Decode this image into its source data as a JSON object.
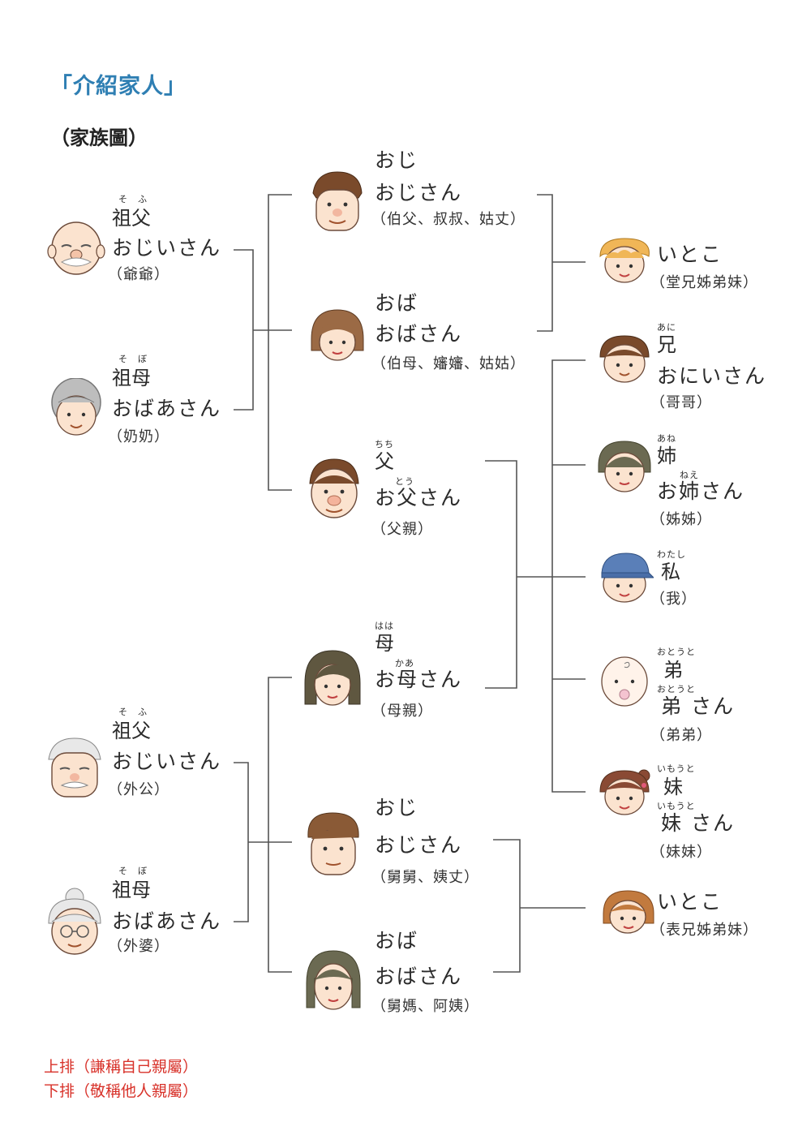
{
  "title": "「介紹家人」",
  "subtitle": "（家族圖）",
  "paternal_grandfather": {
    "ruby": "そ　ふ",
    "kanji": "祖父",
    "kana": "おじいさん",
    "chinese": "（爺爺）"
  },
  "paternal_grandmother": {
    "ruby": "そ　ぼ",
    "kanji": "祖母",
    "kana": "おばあさん",
    "chinese": "（奶奶）"
  },
  "paternal_uncle": {
    "plain": "おじ",
    "polite": "おじさん",
    "chinese": "（伯父、叔叔、姑丈）"
  },
  "paternal_aunt": {
    "plain": "おば",
    "polite": "おばさん",
    "chinese": "（伯母、嬸嬸、姑姑）"
  },
  "father": {
    "ruby": "ちち",
    "kanji": "父",
    "ruby2": "とう",
    "polite": "お父さん",
    "chinese": "（父親）"
  },
  "mother": {
    "ruby": "はは",
    "kanji": "母",
    "ruby2": "かあ",
    "polite": "お母さん",
    "chinese": "（母親）"
  },
  "paternal_cousin": {
    "kana": "いとこ",
    "chinese": "（堂兄姊弟妹）"
  },
  "elder_brother": {
    "ruby": "あに",
    "kanji": "兄",
    "polite": "おにいさん",
    "chinese": "（哥哥）"
  },
  "elder_sister": {
    "ruby": "あね",
    "kanji": "姉",
    "ruby2": "ねえ",
    "polite": "お姉さん",
    "chinese": "（姊姊）"
  },
  "me": {
    "ruby": "わたし",
    "kanji": "私",
    "chinese": "（我）"
  },
  "younger_brother": {
    "ruby": "おとうと",
    "kanji": "弟",
    "ruby2": "おとうと",
    "polite": "弟 さん",
    "chinese": "（弟弟）"
  },
  "younger_sister": {
    "ruby": "いもうと",
    "kanji": "妹",
    "ruby2": "いもうと",
    "polite": "妹 さん",
    "chinese": "（妹妹）"
  },
  "maternal_grandfather": {
    "ruby": "そ　ふ",
    "kanji": "祖父",
    "kana": "おじいさん",
    "chinese": "（外公）"
  },
  "maternal_grandmother": {
    "ruby": "そ　ぼ",
    "kanji": "祖母",
    "kana": "おばあさん",
    "chinese": "（外婆）"
  },
  "maternal_uncle": {
    "plain": "おじ",
    "polite": "おじさん",
    "chinese": "（舅舅、姨丈）"
  },
  "maternal_aunt": {
    "plain": "おば",
    "polite": "おばさん",
    "chinese": "（舅媽、阿姨）"
  },
  "maternal_cousin": {
    "kana": "いとこ",
    "chinese": "（表兄姊弟妹）"
  },
  "legend": {
    "upper": "上排（謙稱自己親屬）",
    "lower": "下排（敬稱他人親屬）"
  },
  "colors": {
    "title": "#2f7fb3",
    "legend": "#d8322a",
    "line": "#555555",
    "skin": "#fbe3cf"
  }
}
